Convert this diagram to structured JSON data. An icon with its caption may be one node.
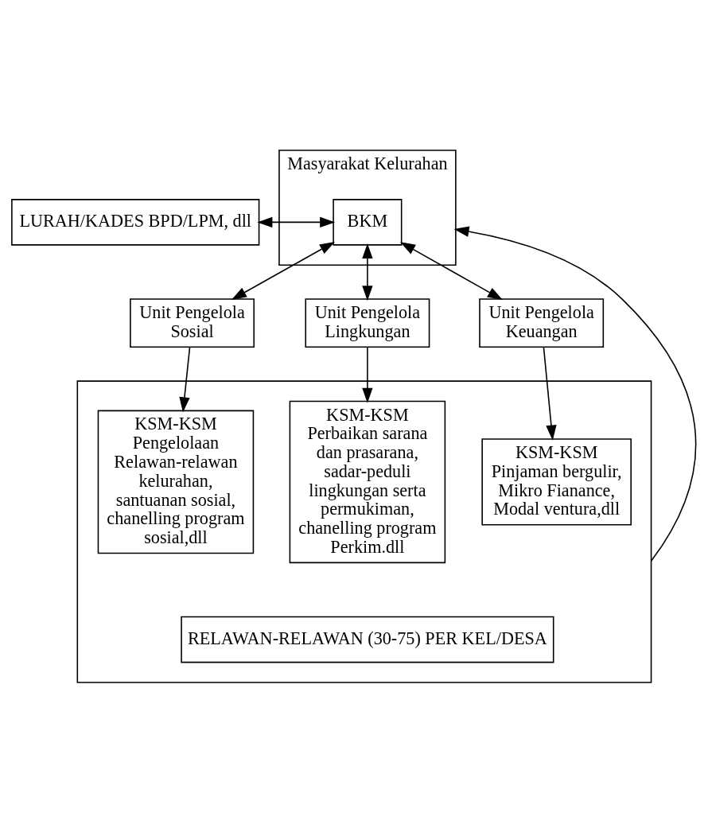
{
  "diagram": {
    "nodes": [
      {
        "text": [
          "Masyarakat Kelurahan"
        ]
      },
      {
        "text": [
          "LURAH/KADES BPD/LPM, dll"
        ]
      },
      {
        "text": [
          "BKM"
        ],
        "in": 0
      },
      {
        "text": [
          "Unit Pengelola Sosial"
        ]
      },
      {
        "text": [
          "Unit Pengelola Lingkungan"
        ]
      },
      {
        "text": [
          "Unit Pengelola Keuangan"
        ]
      },
      {
        "text": [],
        "shape": "box"
      },
      {
        "text": [
          "KSM-KSM",
          "Pengelolaan Relawan-relawan kelurahan, santuanan sosial, chanelling program sosial,dll"
        ],
        "in": 6
      },
      {
        "text": [
          "KSM-KSM",
          "Perbaikan sarana dan prasarana, sadar-peduli lingkungan serta permukiman, chanelling program Perkim.dll"
        ],
        "in": 6
      },
      {
        "text": [
          "KSM-KSM",
          "Pinjaman bergulir, Mikro Fianance, Modal ventura,dll"
        ],
        "in": 6
      },
      {
        "text": [
          "RELAWAN-RELAWAN (30-75) PER KEL/DESA"
        ],
        "in": 6
      }
    ],
    "edges": [
      {
        "from": 1,
        "to": 2,
        "arrow": "both"
      },
      {
        "from": 2,
        "to": 3,
        "arrow": "both"
      },
      {
        "from": 2,
        "to": 4,
        "arrow": "both"
      },
      {
        "from": 2,
        "to": 5,
        "arrow": "both"
      },
      {
        "from": 3,
        "to": 7,
        "arrow": "to"
      },
      {
        "from": 4,
        "to": 8,
        "arrow": "to"
      },
      {
        "from": 5,
        "to": 9,
        "arrow": "to"
      },
      {
        "from": 6,
        "to": 0,
        "arrow": "to"
      }
    ]
  }
}
